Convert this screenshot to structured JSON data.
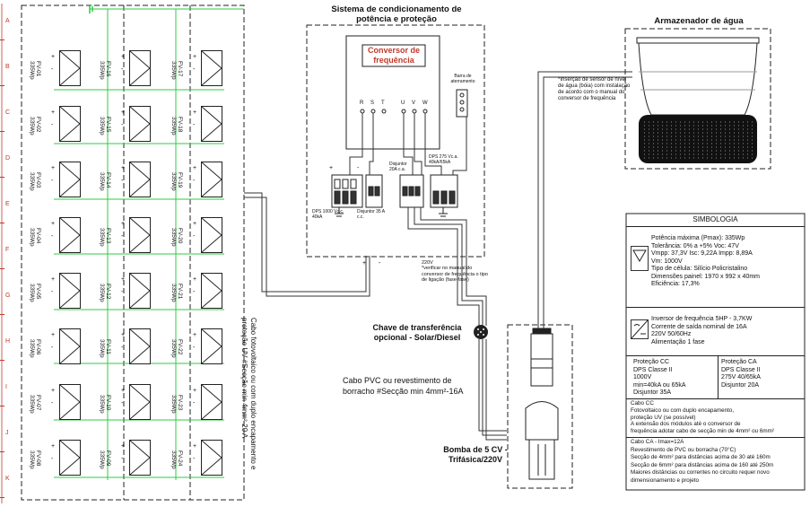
{
  "row_labels": [
    "A",
    "B",
    "C",
    "D",
    "E",
    "F",
    "G",
    "H",
    "I",
    "J",
    "K"
  ],
  "pv_modules": {
    "col1": [
      "FV-01",
      "FV-02",
      "FV-03",
      "FV-04",
      "FV-05",
      "FV-06",
      "FV-07",
      "FV-08"
    ],
    "col2": [
      "FV-16",
      "FV-15",
      "FV-14",
      "FV-13",
      "FV-12",
      "FV-11",
      "FV-10",
      "FV-09"
    ],
    "col3": [
      "FV-17",
      "FV-18",
      "FV-19",
      "FV-20",
      "FV-21",
      "FV-22",
      "FV-23",
      "FV-24"
    ],
    "power": "335Wp",
    "plus": "+",
    "minus": "-"
  },
  "array_cable_note": "Cabo fotovoltaico ou com duplo encapamento e proteção UV #Secção min 4mm²-20 A",
  "conditioning": {
    "title": "Sistema de condicionamento de potência e proteção",
    "converter": "Conversor de frequência",
    "terminals": [
      "R",
      "S",
      "T",
      "U",
      "V",
      "W"
    ],
    "ground_bar": "Barra de aterramento",
    "dps_dc": "DPS 1000 Vc.c. 40kA",
    "breaker_dc": "Disjuntor 35 A c.c.",
    "breaker_ac": "Disjuntor 20A c.a.",
    "dps_ac": "DPS 275 Vc.a. 40kA/65kA",
    "signs": {
      "plus": "+",
      "minus": "-"
    },
    "voltage": "220V",
    "note": "*verificar no manual do conversor de frequência o tipo de ligação (fase-fase)"
  },
  "transfer_switch": "Chave de transferência opcional - Solar/Diesel",
  "ac_cable": "Cabo PVC ou revestimento de borracho #Secção min 4mm²-16A",
  "pump": "Bomba de 5 CV - Trifásica/220V",
  "storage": {
    "title": "Armazenador de água",
    "sensor_note": "*Inserção de sensor de nível de água (bóia) com instalação de acordo com o manual do conversor de frequência"
  },
  "symbology": {
    "title": "SIMBOLOGIA",
    "panel": [
      "Potência máxima (Pmax): 335Wp",
      "Tolerância: 0% a +5%   Voc: 47V",
      "Vmpp: 37,3V Isc: 9,22A Impp: 8,89A",
      "Vm: 1000V",
      "Tipo de célula: Silício Policristalino",
      "Dimensões painel:  1970 x 992 x 40mm",
      "Eficiência: 17,3%"
    ],
    "inverter": [
      "Inversor de frequência 5HP - 3,7KW",
      "Corrente de saída nominal de 16A",
      "220V 50/60Hz",
      "Alimentação 1 fase"
    ],
    "prot_cc": [
      "Proteção CC",
      "DPS Classe II",
      "1000V",
      "min=40kA ou 65kA",
      "Disjuntor 35A"
    ],
    "prot_ca": [
      "Proteção CA",
      "DPS Classe II",
      "275V 40/65kA",
      "Disjuntor 20A"
    ],
    "cabo_cc": [
      "Cabo CC",
      "Fotovoltaico ou com duplo encapamento,",
      "proteção UV (se possível)",
      "A extensão dos módulos até o conversor de",
      "frequência adotar cabo de secção min de 4mm² ou 6mm²"
    ],
    "cabo_ca": [
      "Cabo CA - Imax=12A",
      "Revestimento de PVC ou borracha (70°C)",
      "Secção de 4mm² para distâncias acima de 30 até 160m",
      "Secção de 6mm² para distâncias acima de 160 até 250m",
      "Maiores distâncias ou correntes no circuito requer novo",
      "dimensionamento e projeto"
    ]
  }
}
